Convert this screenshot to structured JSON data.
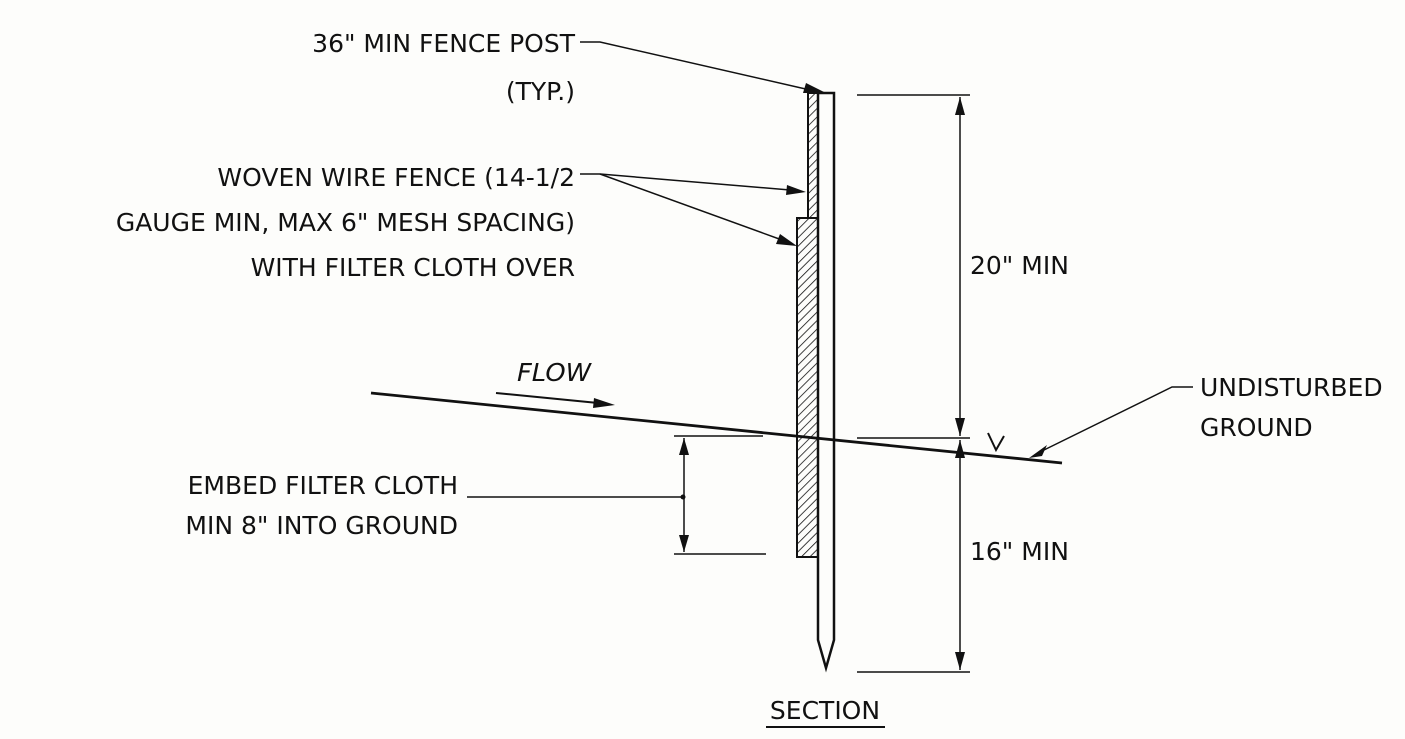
{
  "labels": {
    "fence_post_line1": "36\" MIN FENCE POST",
    "fence_post_line2": "(TYP.)",
    "woven_line1": "WOVEN WIRE FENCE (14-1/2",
    "woven_line2": "GAUGE MIN, MAX 6\" MESH SPACING)",
    "woven_line3": "WITH FILTER CLOTH OVER",
    "flow": "FLOW",
    "undisturbed_line1": "UNDISTURBED",
    "undisturbed_line2": "GROUND",
    "embed_line1": "EMBED FILTER CLOTH",
    "embed_line2": "MIN 8\" INTO GROUND",
    "dim_above": "20\" MIN",
    "dim_below": "16\" MIN",
    "section": "SECTION"
  },
  "colors": {
    "ink": "#111111",
    "paper": "#fdfdfb"
  }
}
